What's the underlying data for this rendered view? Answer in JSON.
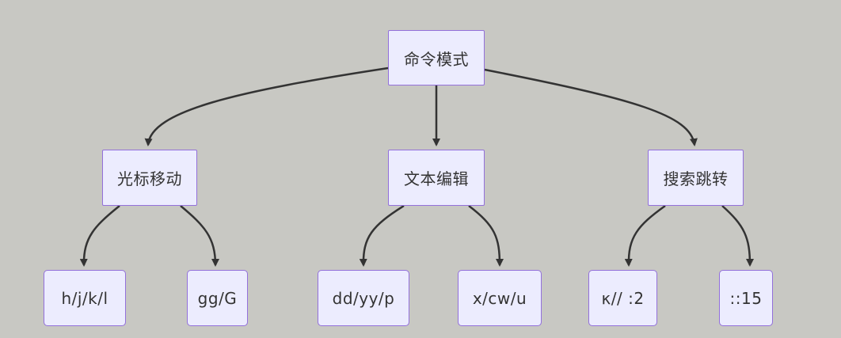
{
  "diagram": {
    "root": {
      "label": "命令模式"
    },
    "categories": [
      {
        "label": "光标移动",
        "children": [
          "h/j/k/l",
          "gg/G"
        ]
      },
      {
        "label": "文本编辑",
        "children": [
          "dd/yy/p",
          "x/cw/u"
        ]
      },
      {
        "label": "搜索跳转",
        "children": [
          "κ// :2",
          "::15"
        ]
      }
    ],
    "colors": {
      "background": "#c8c8c3",
      "node_fill": "#ececfe",
      "node_border": "#9370db",
      "edge": "#333333",
      "text": "#333333"
    }
  }
}
